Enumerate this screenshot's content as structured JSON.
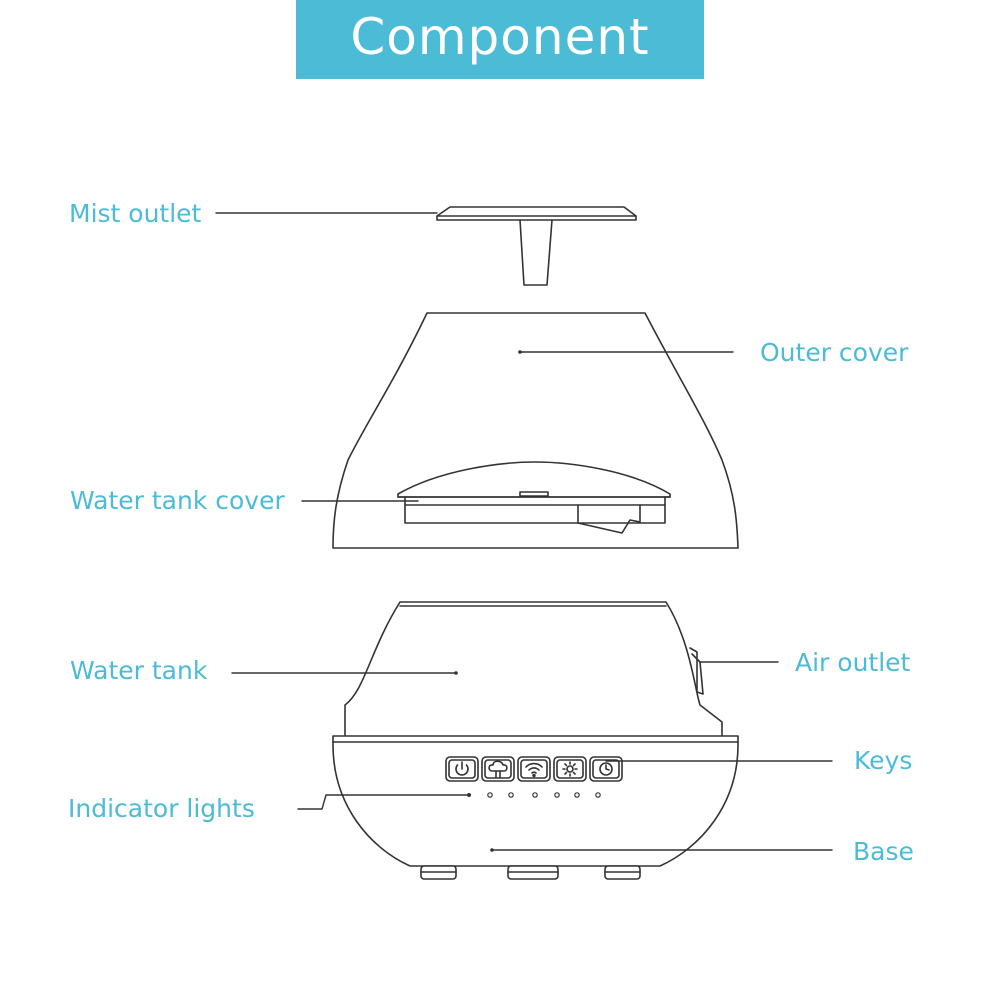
{
  "title": "Component",
  "labels": {
    "mist_outlet": "Mist outlet",
    "outer_cover": "Outer cover",
    "water_tank_cover": "Water tank cover",
    "water_tank": "Water tank",
    "air_outlet": "Air outlet",
    "keys": "Keys",
    "indicator_lights": "Indicator lights",
    "base": "Base"
  },
  "key_icons": [
    "power-icon",
    "mist-icon",
    "wifi-icon",
    "light-icon",
    "timer-icon"
  ],
  "colors": {
    "accent": "#4bbbd6",
    "line": "#333333",
    "text": "#ffffff"
  }
}
